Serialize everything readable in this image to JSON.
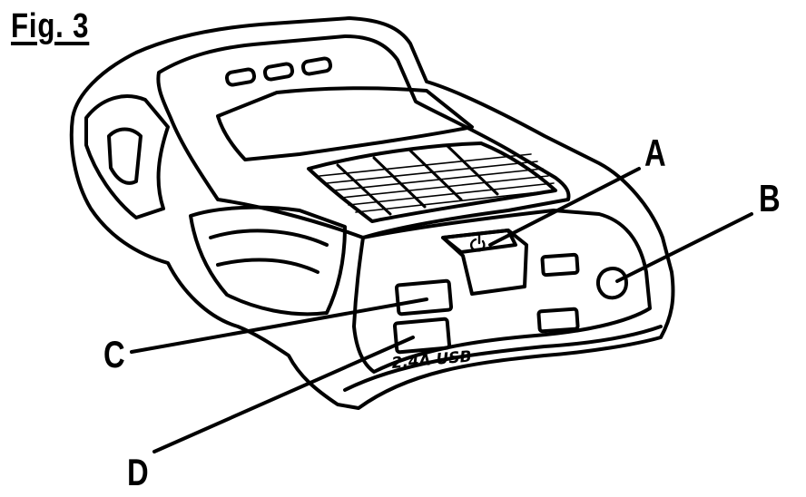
{
  "figure": {
    "title": "Fig. 3",
    "port_label": "2.4A USB",
    "callouts": {
      "a": "A",
      "b": "B",
      "c": "C",
      "d": "D"
    }
  },
  "colors": {
    "ink": "#000000",
    "paper": "#ffffff"
  }
}
